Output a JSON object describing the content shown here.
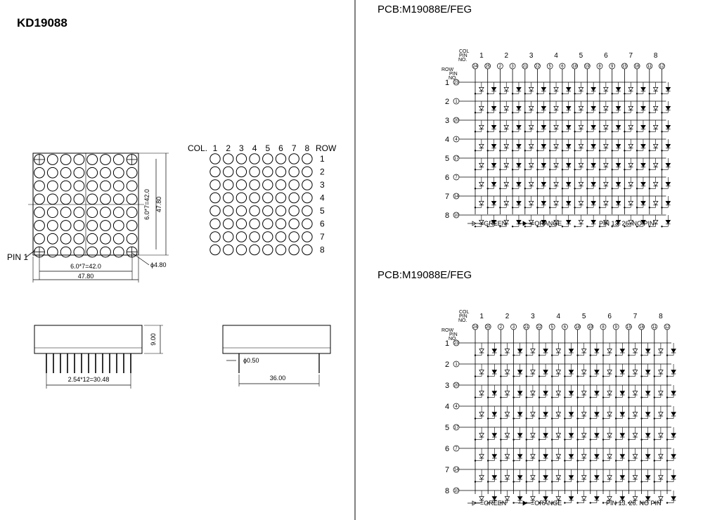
{
  "title": "KD19088",
  "pcb_labels": [
    "PCB:M19088E/FEG",
    "PCB:M19088E/FEG"
  ],
  "front_view": {
    "pin1_label": "PIN 1",
    "dim_pitch": "6.0*7=42.0",
    "dim_width": "47.80",
    "dim_vpitch": "6.0*7=42.0",
    "dim_height": "47.80",
    "dim_dot": "ϕ4.80"
  },
  "pinout": {
    "col_label": "COL.",
    "row_label": "ROW",
    "cols": [
      "1",
      "2",
      "3",
      "4",
      "5",
      "6",
      "7",
      "8"
    ],
    "rows": [
      "1",
      "2",
      "3",
      "4",
      "5",
      "6",
      "7",
      "8"
    ]
  },
  "side_view": {
    "dim_height": "9.00",
    "dim_pins": "2.54*12=30.48"
  },
  "end_view": {
    "dim_pin": "ϕ0.50",
    "dim_span": "36.00"
  },
  "schematic": {
    "col_pin_header": [
      "COL",
      "PIN",
      "NO."
    ],
    "row_pin_header": [
      "ROW",
      "PIN",
      "NO."
    ],
    "col_numbers": [
      "1",
      "2",
      "3",
      "4",
      "5",
      "6",
      "7",
      "8"
    ],
    "col_pins": [
      "24",
      "25",
      "2",
      "3",
      "21",
      "22",
      "5",
      "6",
      "18",
      "19",
      "8",
      "9",
      "15",
      "16",
      "11",
      "12"
    ],
    "row_numbers": [
      "1",
      "2",
      "3",
      "4",
      "5",
      "6",
      "7",
      "8"
    ],
    "row_pins": [
      "23",
      "1",
      "20",
      "4",
      "17",
      "7",
      "14",
      "10"
    ],
    "legend_green": "=GREEN",
    "legend_orange": "=ORANGE",
    "note": "PIN 13. 26. NO PIN"
  }
}
